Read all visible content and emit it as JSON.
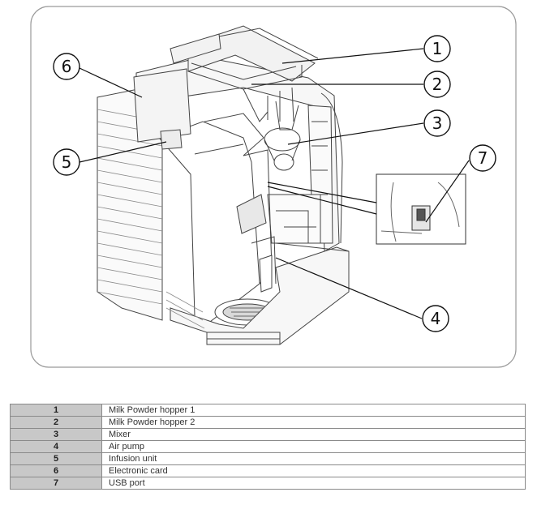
{
  "callouts": [
    {
      "id": "1"
    },
    {
      "id": "2"
    },
    {
      "id": "3"
    },
    {
      "id": "4"
    },
    {
      "id": "5"
    },
    {
      "id": "6"
    },
    {
      "id": "7"
    }
  ],
  "legend": {
    "rows": [
      {
        "num": "1",
        "label": "Milk Powder hopper 1"
      },
      {
        "num": "2",
        "label": "Milk Powder hopper 2"
      },
      {
        "num": "3",
        "label": "Mixer"
      },
      {
        "num": "4",
        "label": "Air pump"
      },
      {
        "num": "5",
        "label": "Infusion unit"
      },
      {
        "num": "6",
        "label": "Electronic card"
      },
      {
        "num": "7",
        "label": "USB port"
      }
    ]
  }
}
